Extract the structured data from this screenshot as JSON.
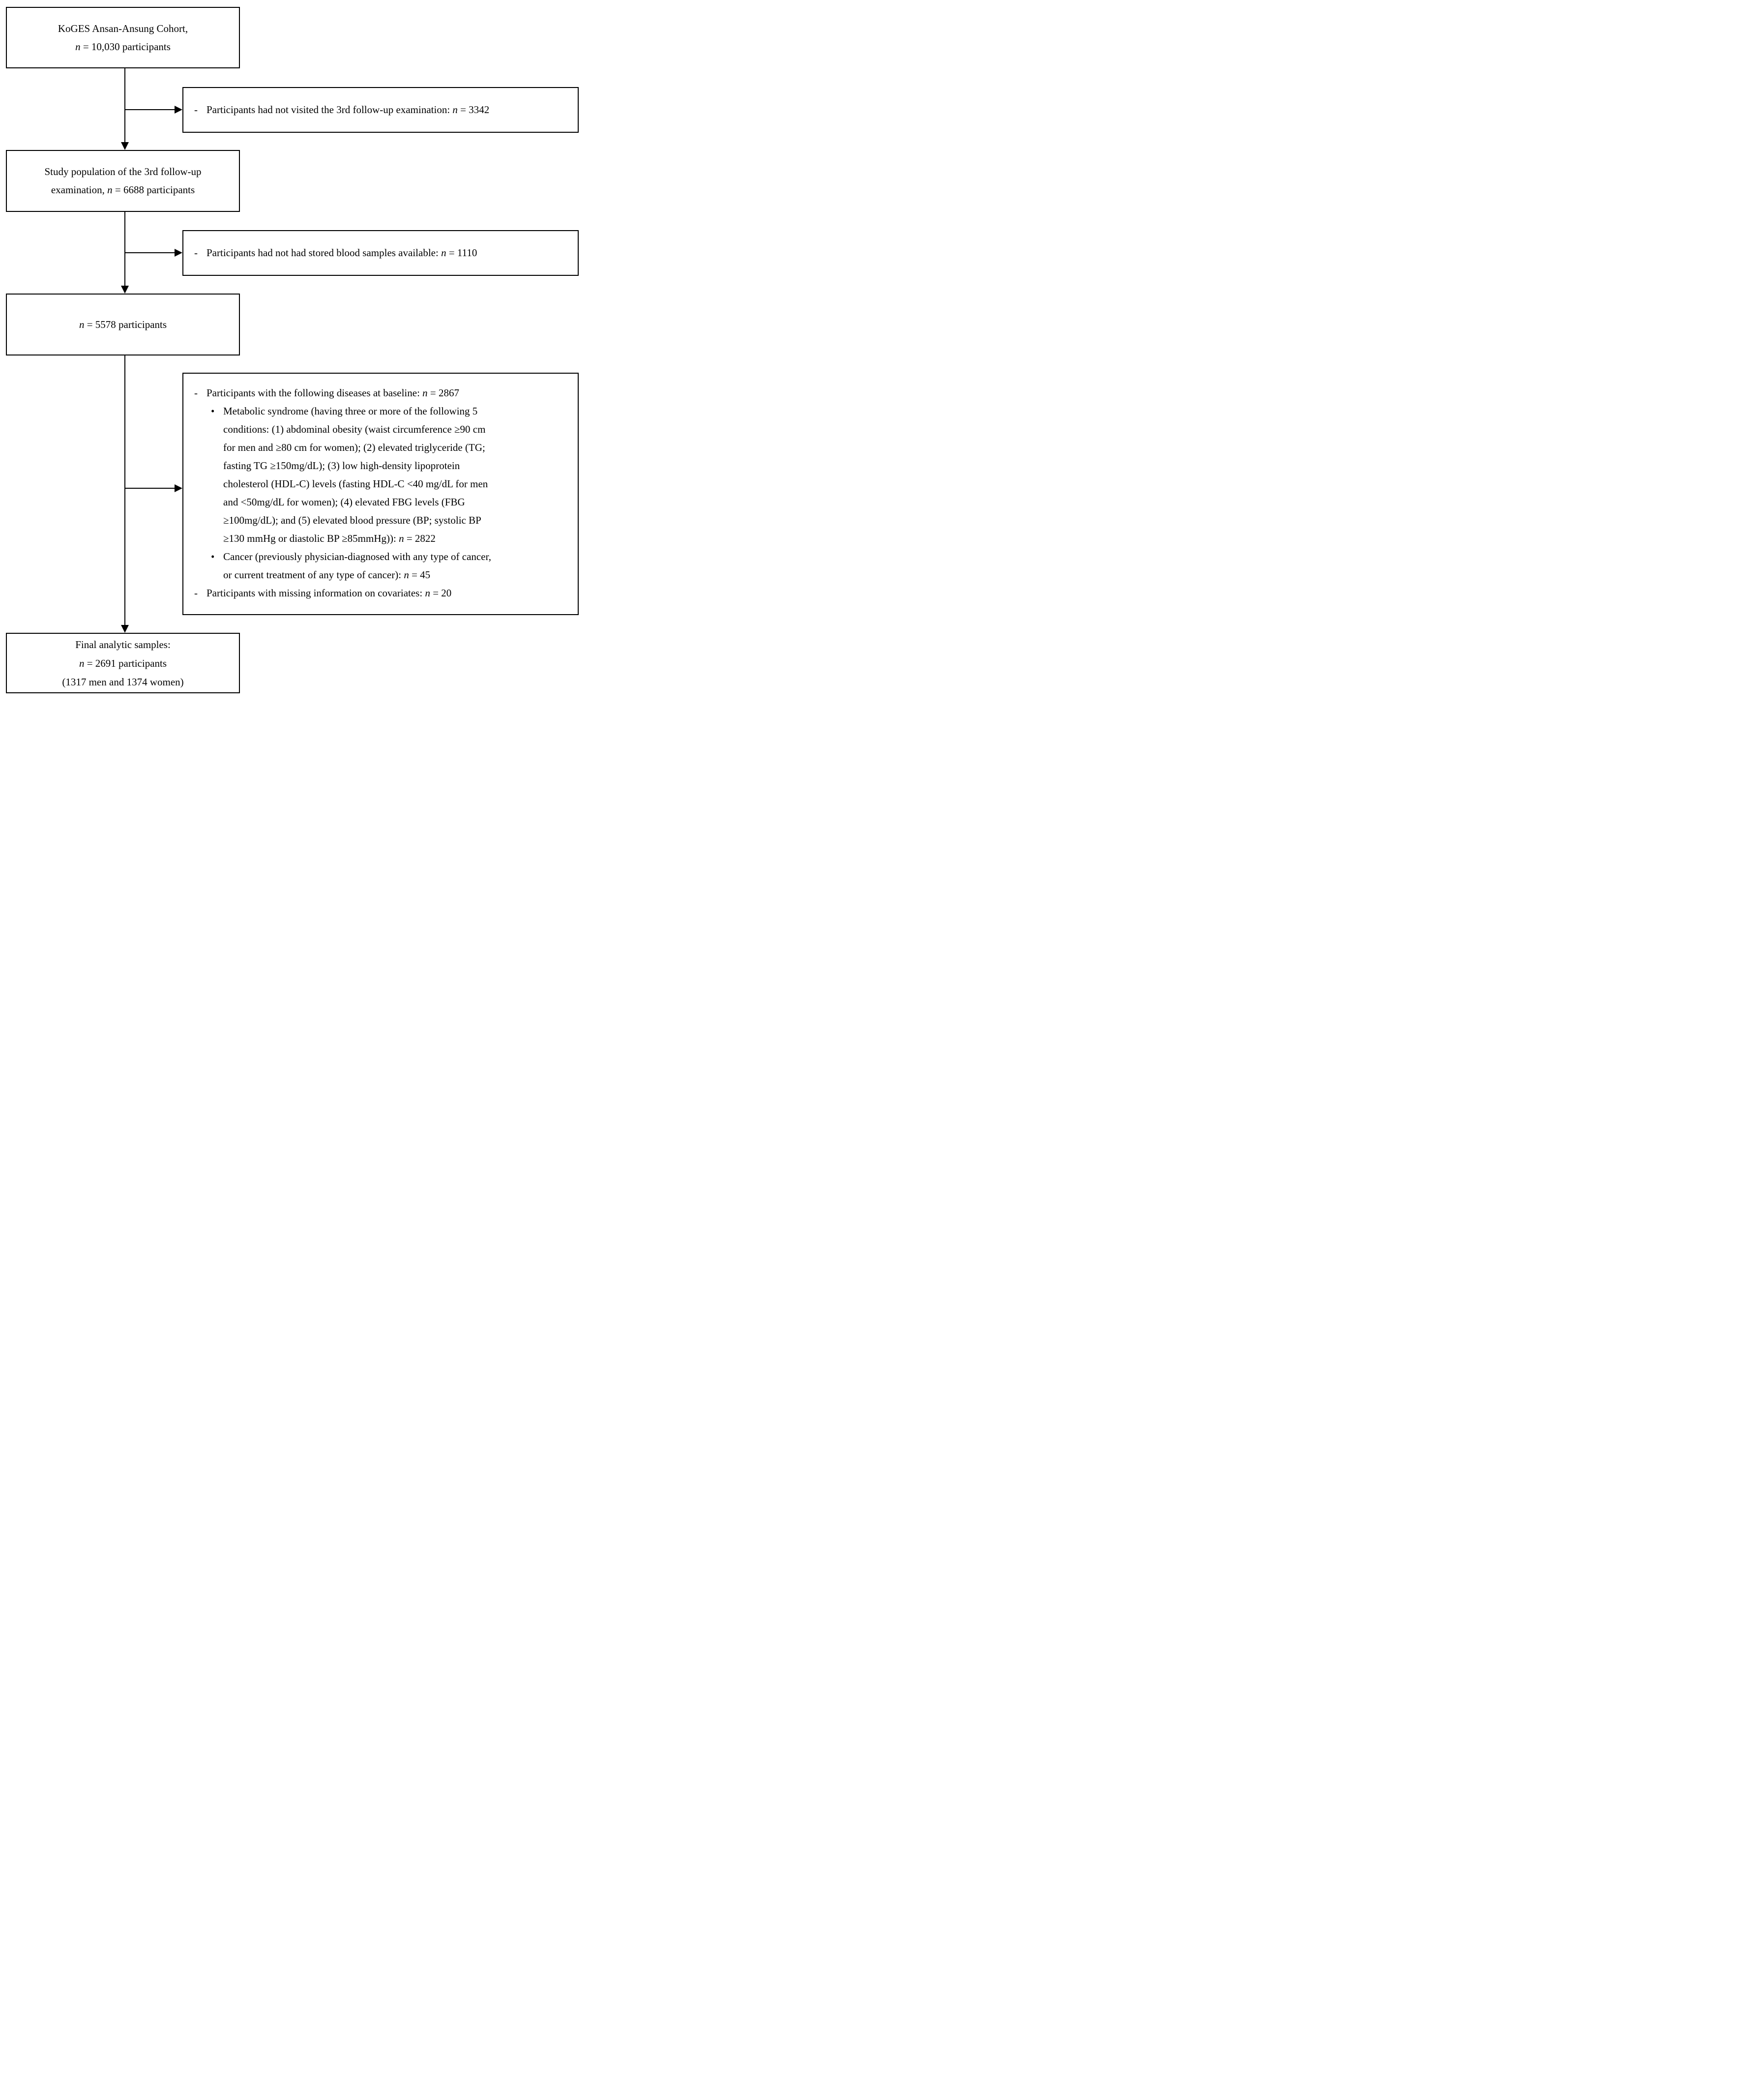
{
  "markers": {
    "dash": "-",
    "bullet": "•"
  },
  "colors": {
    "line": "#000000",
    "background": "#ffffff"
  },
  "boxes": {
    "cohort": {
      "lines": [
        "KoGES Ansan-Ansung Cohort,",
        "n = 10,030 participants"
      ]
    },
    "not_visited": {
      "items": [
        {
          "level": "dash",
          "text": "Participants had not visited the 3rd follow-up examination: n = 3342"
        }
      ]
    },
    "study_population": {
      "lines": [
        "Study population of the 3rd follow-up",
        "examination, n = 6688 participants"
      ]
    },
    "no_blood_samples": {
      "items": [
        {
          "level": "dash",
          "text": "Participants had not had stored blood samples available: n = 1110"
        }
      ]
    },
    "remaining": {
      "lines": [
        "n = 5578 participants"
      ]
    },
    "exclusions": {
      "items": [
        {
          "level": "dash",
          "text": "Participants with the following diseases at baseline: n = 2867"
        },
        {
          "level": "bullet",
          "text": "Metabolic syndrome (having three or more of the following 5"
        },
        {
          "level": "cont",
          "text": "conditions: (1) abdominal obesity (waist circumference ≥90 cm"
        },
        {
          "level": "cont",
          "text": "for men and ≥80 cm for women); (2) elevated triglyceride (TG;"
        },
        {
          "level": "cont",
          "text": "fasting TG ≥150mg/dL); (3) low high-density lipoprotein"
        },
        {
          "level": "cont",
          "text": "cholesterol (HDL-C) levels (fasting HDL-C <40 mg/dL for men"
        },
        {
          "level": "cont",
          "text": "and <50mg/dL for women); (4) elevated FBG levels (FBG"
        },
        {
          "level": "cont",
          "text": "≥100mg/dL); and (5) elevated blood pressure (BP; systolic BP"
        },
        {
          "level": "cont",
          "text": "≥130 mmHg or diastolic BP ≥85mmHg)): n = 2822"
        },
        {
          "level": "bullet",
          "text": "Cancer (previously physician-diagnosed with any type of cancer,"
        },
        {
          "level": "cont",
          "text": "or current treatment of any type of cancer): n = 45"
        },
        {
          "level": "dash",
          "text": "Participants with missing information on covariates: n = 20"
        }
      ]
    },
    "final": {
      "lines": [
        "Final analytic samples:",
        "n = 2691 participants",
        "(1317 men and 1374 women)"
      ]
    }
  },
  "connections": [
    {
      "from": "cohort",
      "to": "study_population"
    },
    {
      "from": "cohort",
      "to": "not_visited"
    },
    {
      "from": "study_population",
      "to": "remaining"
    },
    {
      "from": "study_population",
      "to": "no_blood_samples"
    },
    {
      "from": "remaining",
      "to": "final"
    },
    {
      "from": "remaining",
      "to": "exclusions"
    }
  ]
}
